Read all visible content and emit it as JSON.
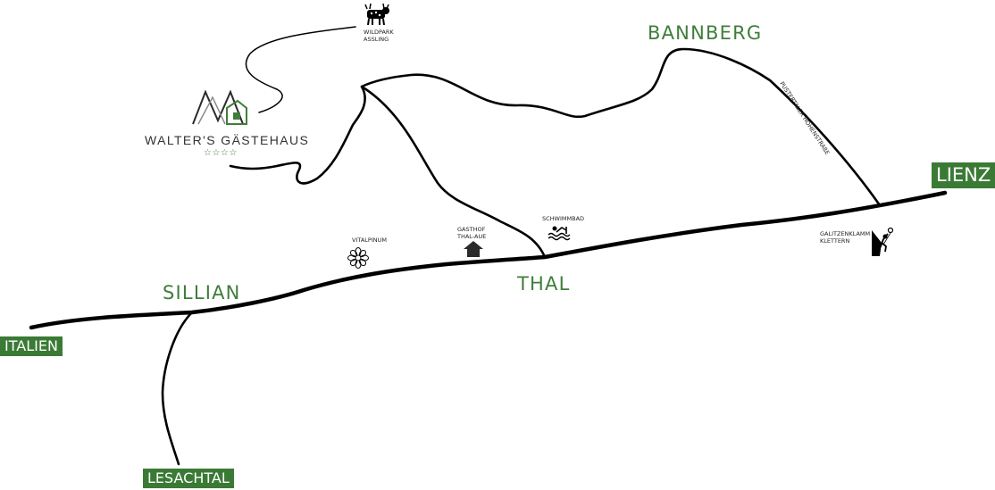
{
  "brand": {
    "name": "WALTER'S GÄSTEHAUS",
    "stars": "☆☆☆☆",
    "logo_icon": "mountain-house-logo-icon",
    "color": "#3f7e3a"
  },
  "places": {
    "bannberg": "BANNBERG",
    "sillian": "SILLIAN",
    "thal": "THAL"
  },
  "destinations": {
    "lienz": "LIENZ",
    "italien": "ITALIEN",
    "lesachtal": "LESACHTAL"
  },
  "pois": {
    "wildpark": {
      "line1": "WILDPARK",
      "line2": "ASSLING",
      "icon": "deer-icon"
    },
    "vitalpinum": {
      "label": "VITALPINUM",
      "icon": "flower-icon"
    },
    "gasthof": {
      "line1": "GASTHOF",
      "line2": "THAL-AUE",
      "icon": "house-icon"
    },
    "schwimmbad": {
      "label": "SCHWIMMBAD",
      "icon": "swimmer-icon"
    },
    "galitzenklamm": {
      "line1": "GALITZENKLAMM",
      "line2": "KLETTERN",
      "icon": "climber-icon"
    }
  },
  "roads": {
    "hoehenstrasse": "PUSTERTALER HÖHENSTRAßE"
  },
  "colors": {
    "accent_green": "#3a7a35",
    "road": "#000000"
  }
}
